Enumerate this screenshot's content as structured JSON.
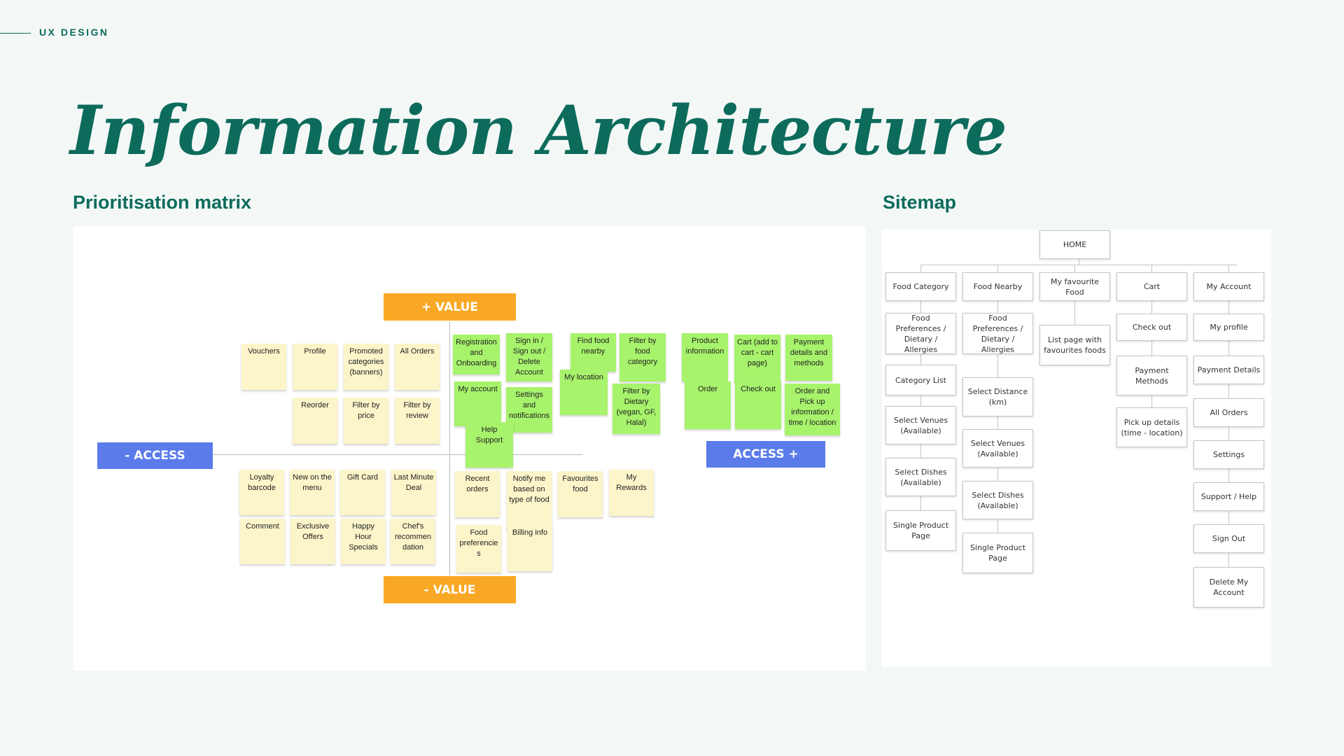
{
  "header": {
    "kicker": "UX DESIGN",
    "title": "Information Architecture"
  },
  "matrix": {
    "title": "Prioritisation matrix",
    "axes": {
      "value_plus": "+ VALUE",
      "value_minus": "- VALUE",
      "access_minus": "- ACCESS",
      "access_plus": "ACCESS +"
    },
    "colors": {
      "value_axis": "#f9a825",
      "access_axis": "#5b7bea",
      "low_note": "#fcf5ca",
      "high_note": "#a7f36c"
    },
    "notes": [
      {
        "text": "Vouchers",
        "color": "yellow"
      },
      {
        "text": "Profile",
        "color": "yellow"
      },
      {
        "text": "Promoted categories (banners)",
        "color": "yellow"
      },
      {
        "text": "All Orders",
        "color": "yellow"
      },
      {
        "text": "Reorder",
        "color": "yellow"
      },
      {
        "text": "Filter by price",
        "color": "yellow"
      },
      {
        "text": "Filter by review",
        "color": "yellow"
      },
      {
        "text": "Registration and Onboarding",
        "color": "green"
      },
      {
        "text": "Sign in / Sign out / Delete Account",
        "color": "green"
      },
      {
        "text": "My account",
        "color": "green"
      },
      {
        "text": "Settings and notifications",
        "color": "green"
      },
      {
        "text": "Help Support",
        "color": "green"
      },
      {
        "text": "Find food nearby",
        "color": "green"
      },
      {
        "text": "My location",
        "color": "green"
      },
      {
        "text": "Filter by food category",
        "color": "green"
      },
      {
        "text": "Filter by Dietary (vegan, GF, Halal)",
        "color": "green"
      },
      {
        "text": "Product information",
        "color": "green"
      },
      {
        "text": "Cart (add to cart - cart page)",
        "color": "green"
      },
      {
        "text": "Payment details and methods",
        "color": "green"
      },
      {
        "text": "Order",
        "color": "green"
      },
      {
        "text": "Check out",
        "color": "green"
      },
      {
        "text": "Order and Pick up information / time / location",
        "color": "green"
      },
      {
        "text": "Loyalty barcode",
        "color": "yellow"
      },
      {
        "text": "New on the menu",
        "color": "yellow"
      },
      {
        "text": "Gift Card",
        "color": "yellow"
      },
      {
        "text": "Last Minute Deal",
        "color": "yellow"
      },
      {
        "text": "Comment",
        "color": "yellow"
      },
      {
        "text": "Exclusive Offers",
        "color": "yellow"
      },
      {
        "text": "Happy Hour Specials",
        "color": "yellow"
      },
      {
        "text": "Chef's recommen dation",
        "color": "yellow"
      },
      {
        "text": "Recent orders",
        "color": "yellow"
      },
      {
        "text": "Notify me based on type of food",
        "color": "yellow"
      },
      {
        "text": "Favourites food",
        "color": "yellow"
      },
      {
        "text": "My Rewards",
        "color": "yellow"
      },
      {
        "text": "Food preferencie s",
        "color": "yellow"
      },
      {
        "text": "Billing info",
        "color": "yellow"
      }
    ]
  },
  "sitemap": {
    "title": "Sitemap",
    "root": "HOME",
    "columns": [
      [
        "Food Category",
        "Food Preferences / Dietary / Allergies",
        "Category List",
        "Select Venues (Available)",
        "Select Dishes (Available)",
        "Single Product Page"
      ],
      [
        "Food Nearby",
        "Food Preferences / Dietary / Allergies",
        "Select Distance (km)",
        "Select Venues (Available)",
        "Select Dishes (Available)",
        "Single Product Page"
      ],
      [
        "My favourite Food",
        "List page with favourites foods"
      ],
      [
        "Cart",
        "Check out",
        "Payment Methods",
        "Pick up details (time - location)"
      ],
      [
        "My Account",
        "My profile",
        "Payment Details",
        "All Orders",
        "Settings",
        "Support / Help",
        "Sign Out",
        "Delete My Account"
      ]
    ]
  }
}
